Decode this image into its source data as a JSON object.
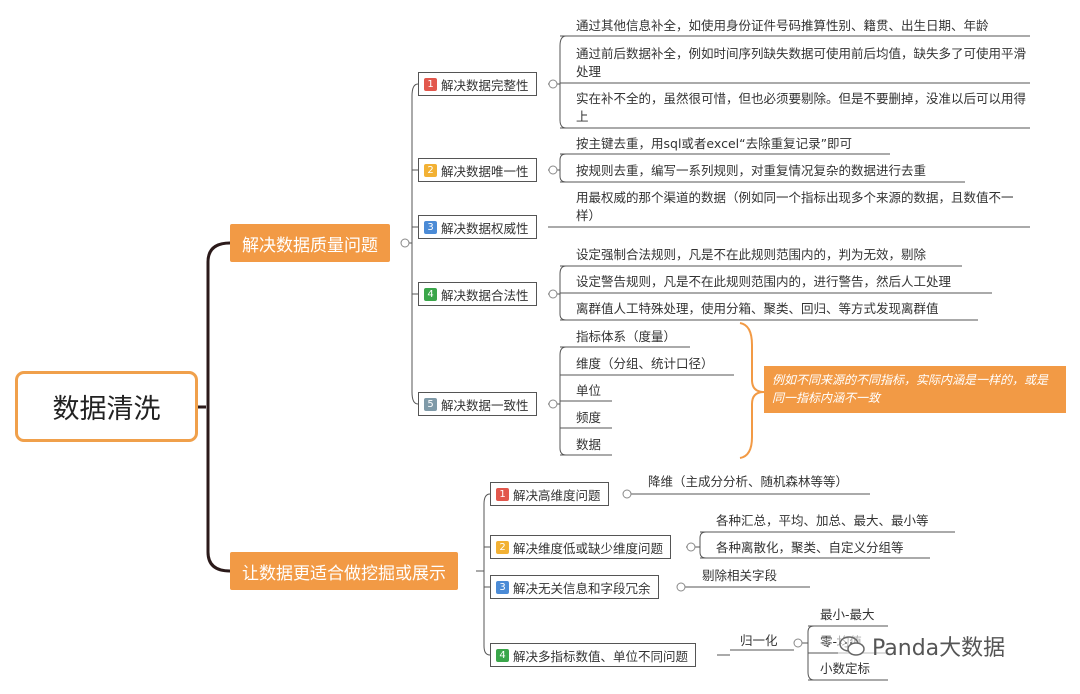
{
  "root": "数据清洗",
  "branches": [
    {
      "label": "解决数据质量问题",
      "children": [
        {
          "badge": "1",
          "label": "解决数据完整性",
          "leaves": [
            "通过其他信息补全，如使用身份证件号码推算性别、籍贯、出生日期、年龄",
            "通过前后数据补全，例如时间序列缺失数据可使用前后均值，缺失多了可使用平滑处理",
            "实在补不全的，虽然很可惜，但也必须要剔除。但是不要删掉，没准以后可以用得上"
          ]
        },
        {
          "badge": "2",
          "label": "解决数据唯一性",
          "leaves": [
            "按主键去重，用sql或者excel“去除重复记录”即可",
            "按规则去重，编写一系列规则，对重复情况复杂的数据进行去重"
          ]
        },
        {
          "badge": "3",
          "label": "解决数据权威性",
          "leaves": [
            "用最权威的那个渠道的数据（例如同一个指标出现多个来源的数据，且数值不一样）"
          ]
        },
        {
          "badge": "4",
          "label": "解决数据合法性",
          "leaves": [
            "设定强制合法规则，凡是不在此规则范围内的，判为无效，剔除",
            "设定警告规则，凡是不在此规则范围内的，进行警告，然后人工处理",
            "离群值人工特殊处理，使用分箱、聚类、回归、等方式发现离群值"
          ]
        },
        {
          "badge": "5",
          "label": "解决数据一致性",
          "leaves": [
            "指标体系（度量）",
            "维度（分组、统计口径）",
            "单位",
            "频度",
            "数据"
          ]
        }
      ]
    },
    {
      "label": "让数据更适合做挖掘或展示",
      "children": [
        {
          "badge": "1",
          "label": "解决高维度问题",
          "leaves": [
            "降维（主成分分析、随机森林等等）"
          ]
        },
        {
          "badge": "2",
          "label": "解决维度低或缺少维度问题",
          "leaves": [
            "各种汇总，平均、加总、最大、最小等",
            "各种离散化，聚类、自定义分组等"
          ]
        },
        {
          "badge": "3",
          "label": "解决无关信息和字段冗余",
          "leaves": [
            "剔除相关字段"
          ]
        },
        {
          "badge": "4",
          "label": "解决多指标数值、单位不同问题",
          "mid": "归一化",
          "leaves": [
            "最小-最大",
            "零-均值",
            "小数定标"
          ]
        }
      ]
    }
  ],
  "note": "例如不同来源的不同指标，实际内涵是一样的，或是同一指标内涵不一致",
  "watermark": "Panda大数据",
  "colors": {
    "accent": "#f29a45",
    "b1": "#e2574c",
    "b2": "#f2b134",
    "b3": "#4b8bd6",
    "b4": "#3aa64a",
    "b5": "#7f9aa8",
    "trunk": "#2b1a1a"
  },
  "icons": {
    "watermark": "wechat-icon",
    "collapse": "circle-toggle-icon"
  }
}
